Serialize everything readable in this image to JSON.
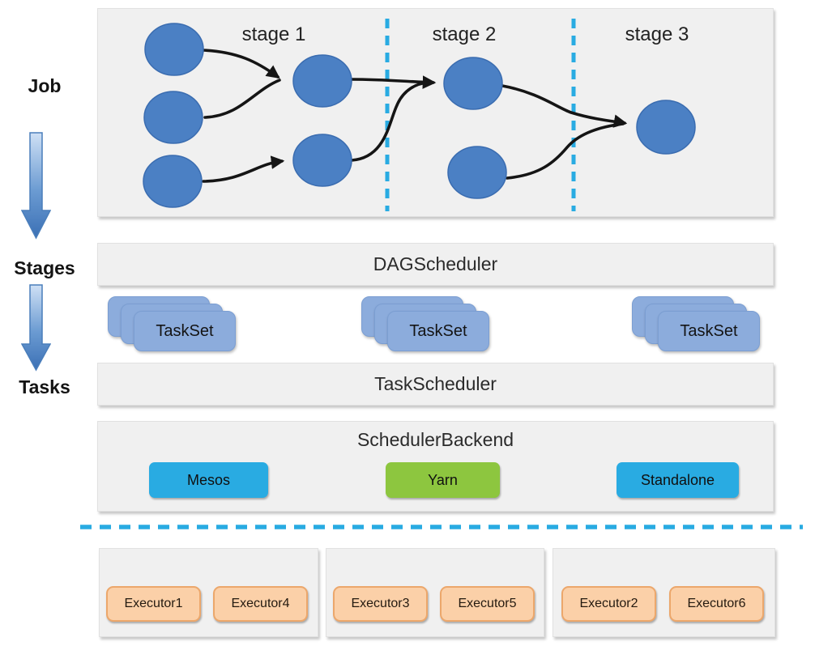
{
  "pipeline_labels": {
    "job": "Job",
    "stages": "Stages",
    "tasks": "Tasks"
  },
  "dag": {
    "stage_labels": [
      "stage 1",
      "stage 2",
      "stage 3"
    ]
  },
  "layers": {
    "dag_scheduler": "DAGScheduler",
    "task_scheduler": "TaskScheduler",
    "scheduler_backend": "SchedulerBackend"
  },
  "tasksets": [
    "TaskSet",
    "TaskSet",
    "TaskSet"
  ],
  "backends": [
    {
      "label": "Mesos",
      "color": "#29abe2"
    },
    {
      "label": "Yarn",
      "color": "#8dc63f"
    },
    {
      "label": "Standalone",
      "color": "#29abe2"
    }
  ],
  "executor_groups": [
    {
      "executors": [
        "Executor1",
        "Executor4"
      ]
    },
    {
      "executors": [
        "Executor3",
        "Executor5"
      ]
    },
    {
      "executors": [
        "Executor2",
        "Executor6"
      ]
    }
  ],
  "colors": {
    "node_blue": "#4b80c4",
    "taskset_blue": "#8cacdc",
    "divider_cyan": "#29abe2",
    "executor_peach": "#fbd0a8",
    "panel_gray": "#f0f0f0"
  }
}
